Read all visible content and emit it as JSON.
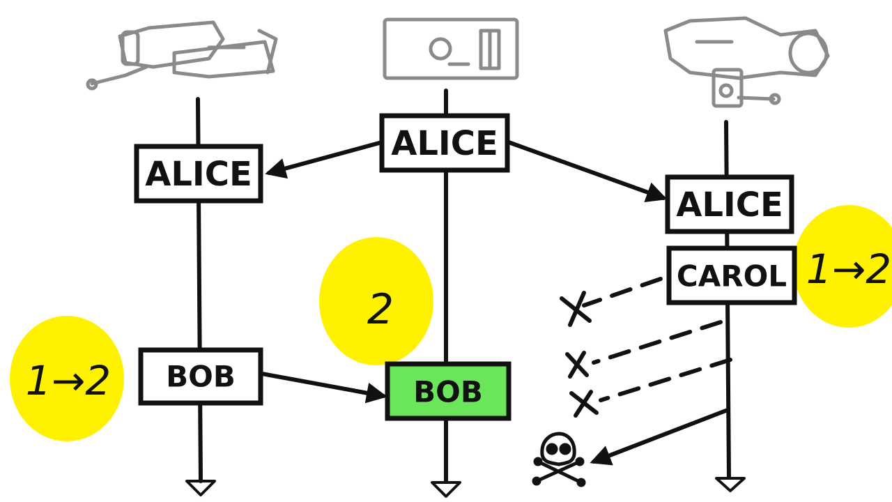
{
  "colors": {
    "ink": "#111111",
    "device_outline": "#8a8a8a",
    "highlight_yellow": "#fff200",
    "accepted_green": "#6be65a",
    "box_fill": "#ffffff"
  },
  "nodes": [
    {
      "id": "left",
      "device_icon": "camera-icon"
    },
    {
      "id": "center",
      "device_icon": "vault-icon"
    },
    {
      "id": "right",
      "device_icon": "projector-icon"
    }
  ],
  "messages": {
    "alice_center": "ALICE",
    "alice_left": "ALICE",
    "alice_right": "ALICE",
    "bob_left": "BOB",
    "bob_center": "BOB",
    "carol_right": "CAROL"
  },
  "badges": {
    "left": "1→2",
    "center": "2",
    "right": "1→2"
  },
  "markers": {
    "rejected_count": 3,
    "terminated_icon": "skull-crossbones-icon"
  }
}
